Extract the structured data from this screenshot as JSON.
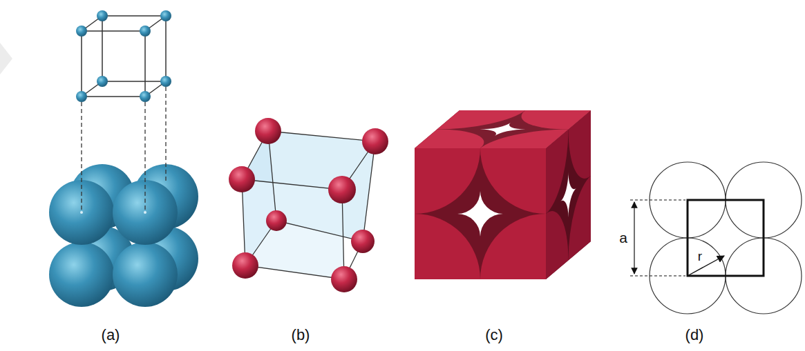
{
  "diagram": {
    "labels": [
      "(a)",
      "(b)",
      "(c)",
      "(d)",
      "a",
      "r"
    ]
  }
}
